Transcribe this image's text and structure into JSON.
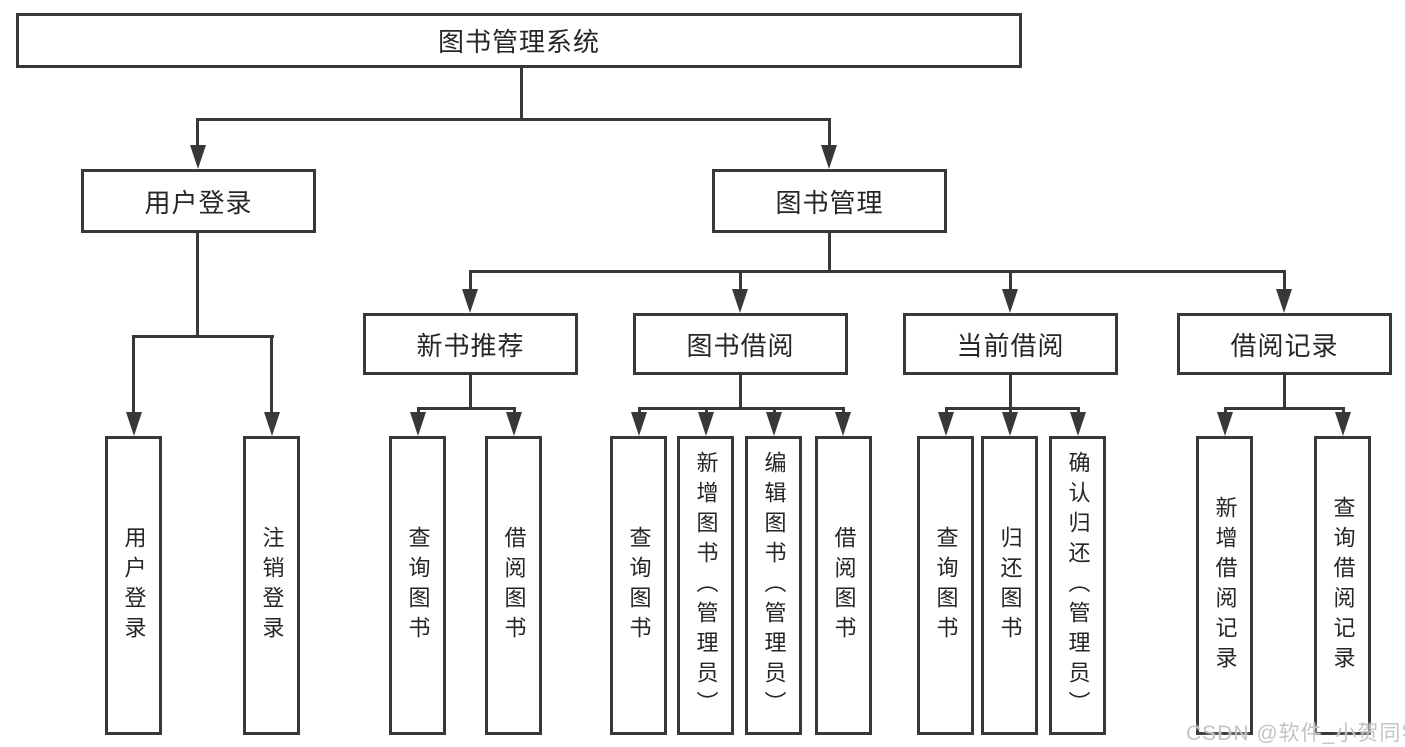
{
  "tree": {
    "root": {
      "label": "图书管理系统"
    },
    "level2": [
      {
        "label": "用户登录"
      },
      {
        "label": "图书管理"
      }
    ],
    "level3": [
      {
        "label": "新书推荐"
      },
      {
        "label": "图书借阅"
      },
      {
        "label": "当前借阅"
      },
      {
        "label": "借阅记录"
      }
    ],
    "groups": [
      {
        "parent": "用户登录",
        "items": [
          {
            "label": "用户登录"
          },
          {
            "label": "注销登录"
          }
        ]
      },
      {
        "parent": "新书推荐",
        "items": [
          {
            "label": "查询图书"
          },
          {
            "label": "借阅图书"
          }
        ]
      },
      {
        "parent": "图书借阅",
        "items": [
          {
            "label": "查询图书"
          },
          {
            "label": "新增图书（管理员）"
          },
          {
            "label": "编辑图书（管理员）"
          },
          {
            "label": "借阅图书"
          }
        ]
      },
      {
        "parent": "当前借阅",
        "items": [
          {
            "label": "查询图书"
          },
          {
            "label": "归还图书"
          },
          {
            "label": "确认归还（管理员）"
          }
        ]
      },
      {
        "parent": "借阅记录",
        "items": [
          {
            "label": "新增借阅记录"
          },
          {
            "label": "查询借阅记录"
          }
        ]
      }
    ]
  },
  "watermark": {
    "text": "CSDN @软件_小贺同学"
  },
  "colors": {
    "line": "#383838",
    "text": "#262626",
    "watermark": "#c4c4c4",
    "background": "#ffffff"
  }
}
